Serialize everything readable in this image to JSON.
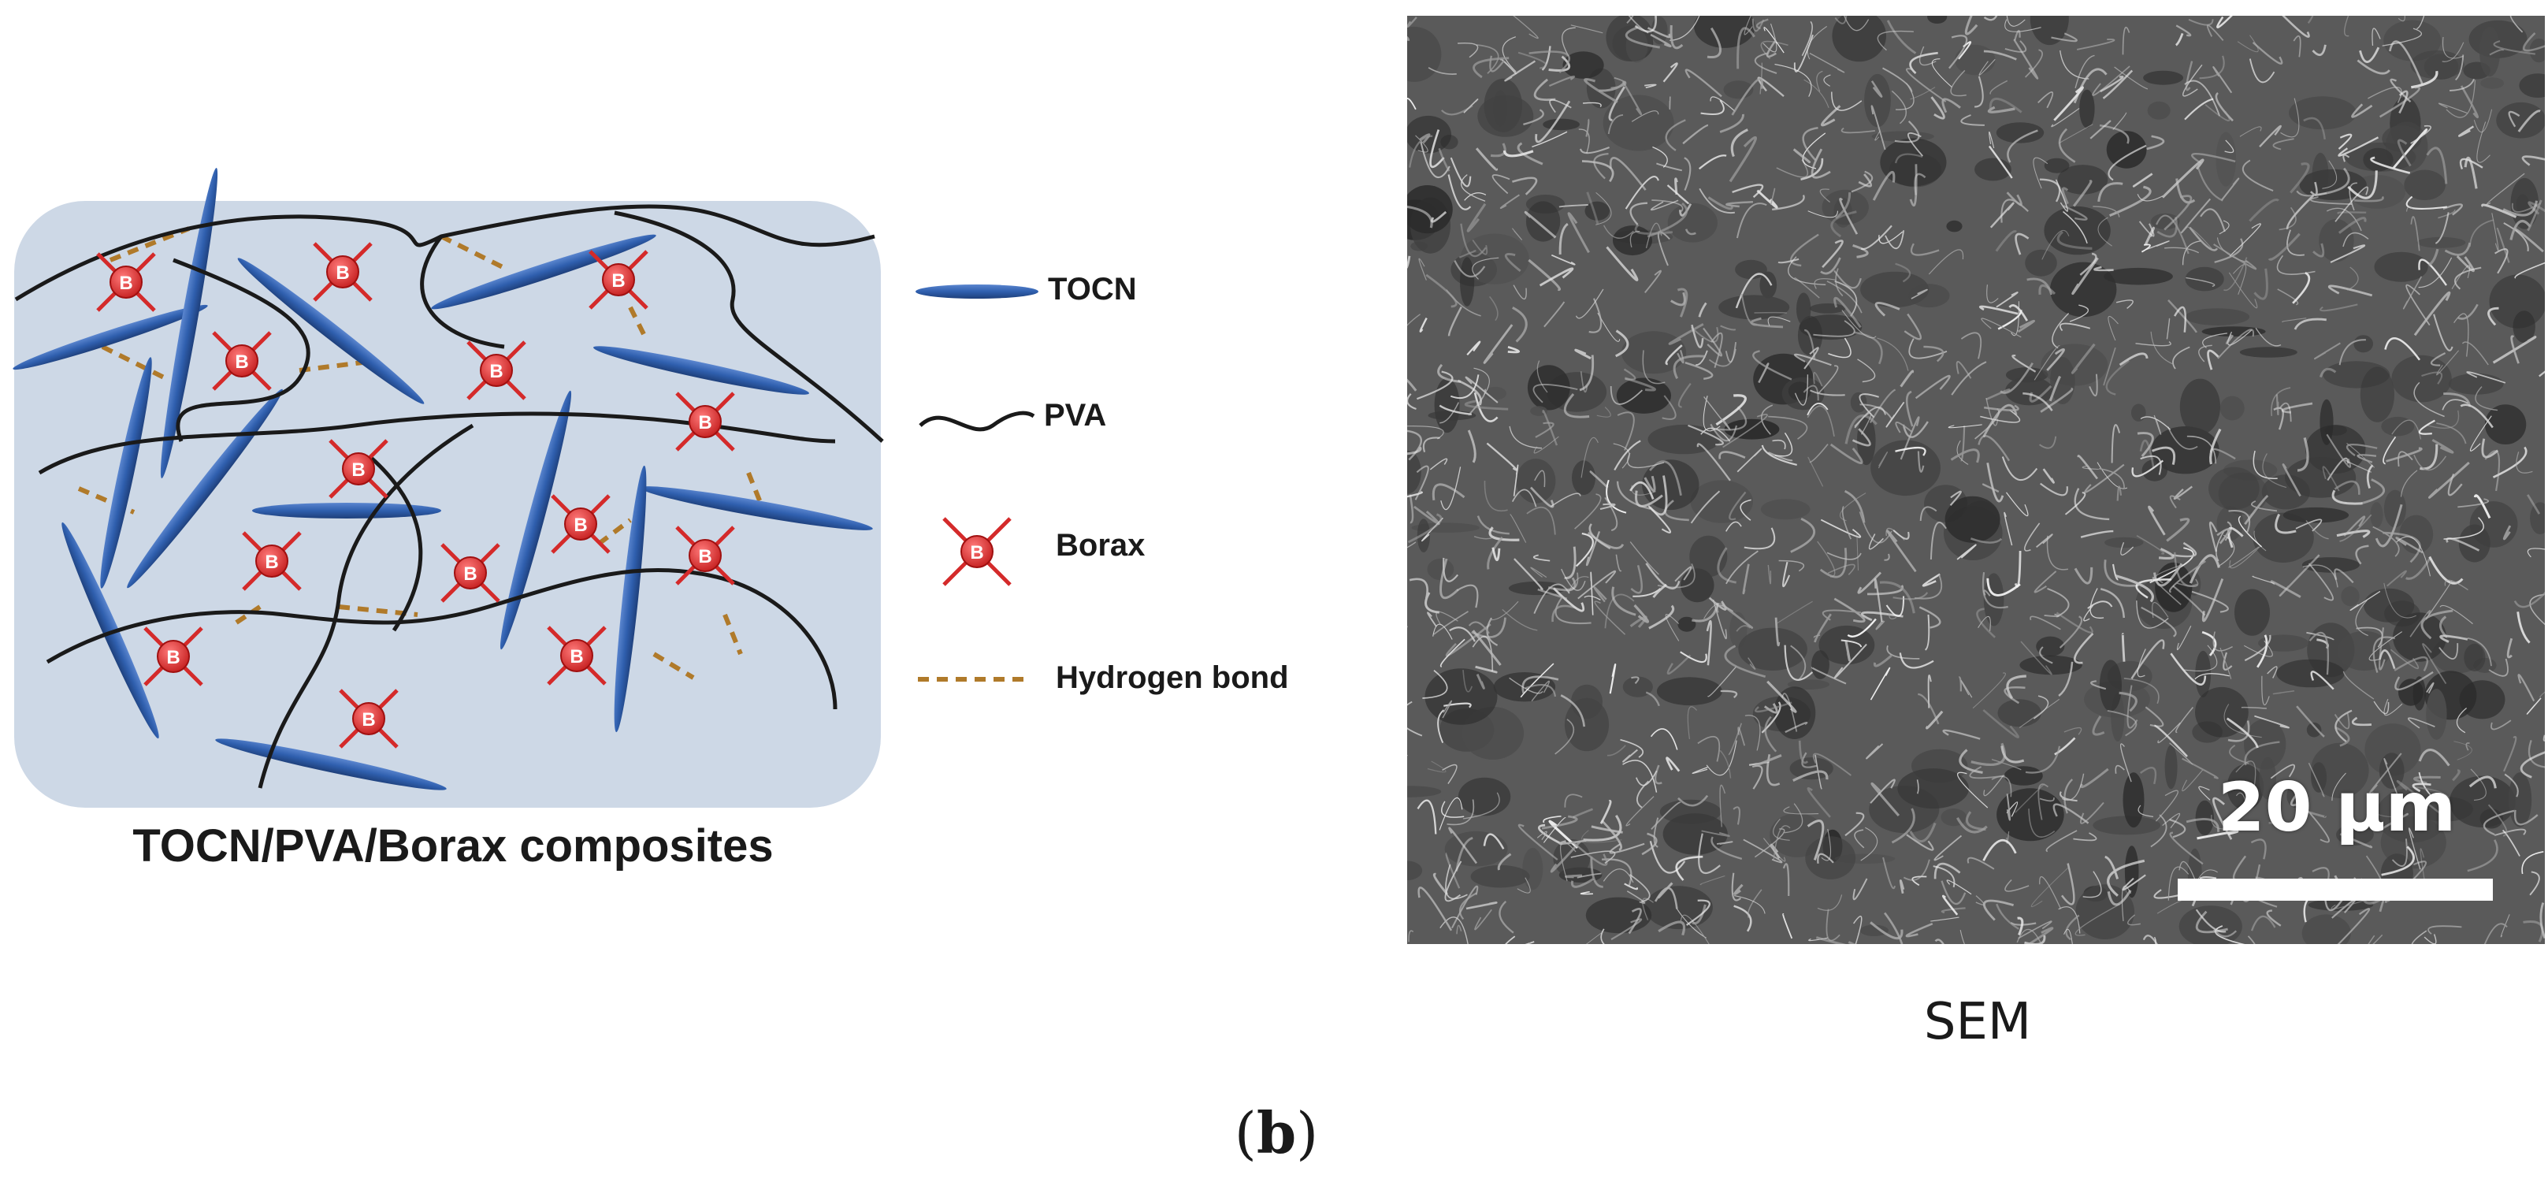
{
  "schematic": {
    "caption": "TOCN/PVA/Borax composites",
    "borax_symbol": "B"
  },
  "legend": {
    "items": [
      {
        "label": "TOCN",
        "icon": "tocn-rod-icon",
        "color": "#2f5fae"
      },
      {
        "label": "PVA",
        "icon": "pva-chain-icon",
        "color": "#1a1a1a"
      },
      {
        "label": "Borax",
        "icon": "borax-crosslink-icon",
        "color": "#d42a2a"
      },
      {
        "label": "Hydrogen bond",
        "icon": "hydrogen-bond-icon",
        "color": "#b07a2a"
      }
    ]
  },
  "sem": {
    "caption": "SEM",
    "scale_bar_label": "20 μm"
  },
  "panel_label": {
    "open": "(",
    "letter": "b",
    "close": ")"
  },
  "colors": {
    "matrix_background": "#cdd8e6",
    "tocn": "#2f5fae",
    "pva": "#1a1a1a",
    "borax": "#d42a2a",
    "hydrogen_bond": "#b07a2a"
  }
}
